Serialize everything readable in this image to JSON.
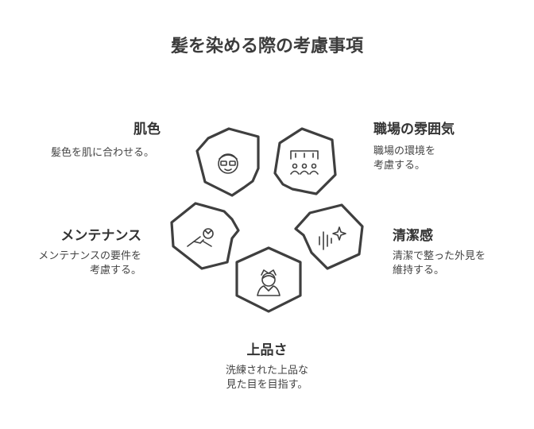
{
  "title": "髪を染める際の考慮事項",
  "items": [
    {
      "title": "肌色",
      "desc": "髪色を肌に合わせる。",
      "icon": "person-glasses-icon"
    },
    {
      "title": "職場の雰囲気",
      "desc": "職場の環境を\n考慮する。",
      "icon": "office-people-icon"
    },
    {
      "title": "清潔感",
      "desc": "清潔で整った外見を\n維持する。",
      "icon": "sparkle-lines-icon"
    },
    {
      "title": "上品さ",
      "desc": "洗練された上品な\n見た目を目指す。",
      "icon": "elegant-woman-icon"
    },
    {
      "title": "メンテナンス",
      "desc": "メンテナンスの要件を\n考慮する。",
      "icon": "hand-wrench-icon"
    }
  ]
}
